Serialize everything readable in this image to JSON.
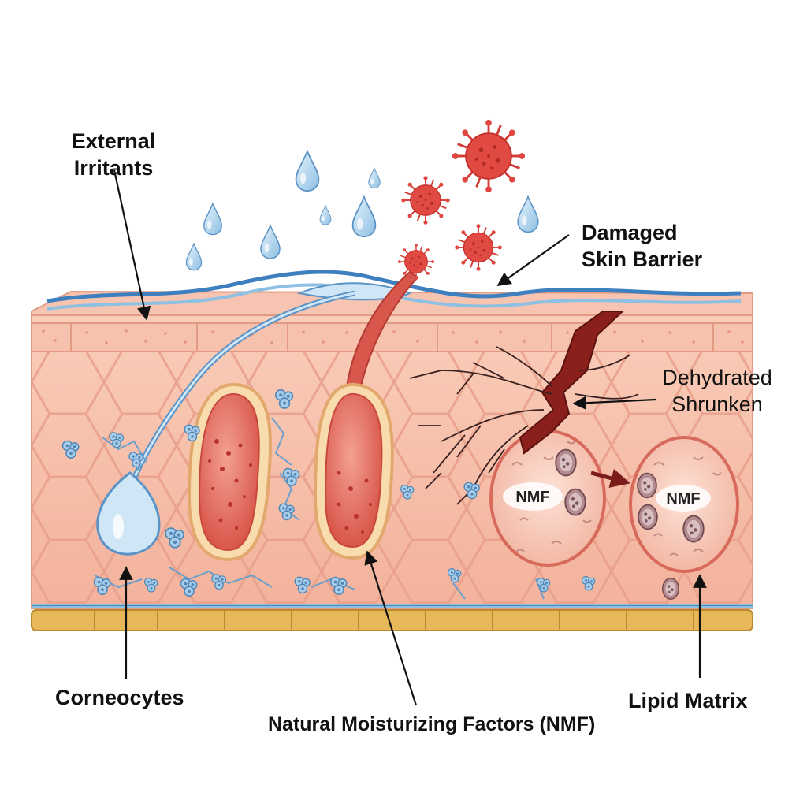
{
  "labels": {
    "external_irritants": [
      "External",
      "Irritants"
    ],
    "damaged_barrier": [
      "Damaged",
      "Skin Barrier"
    ],
    "dehydrated": [
      "Dehydrated",
      "Shrunken"
    ],
    "corneocytes": "Corneocytes",
    "nmf_full": "Natural Moisturizing Factors (NMF)",
    "lipid_matrix": "Lipid Matrix",
    "nmf_cell_1": "NMF",
    "nmf_cell_2": "NMF"
  },
  "icons": [
    "water-droplet-icon",
    "virus-icon"
  ],
  "colors": {
    "skin": "#f7c3ae",
    "skin_dark": "#e39a84",
    "water": "#5b93c6",
    "virus": "#e0463f",
    "lipid": "#e6b85a",
    "crack": "#7a1d1a"
  }
}
